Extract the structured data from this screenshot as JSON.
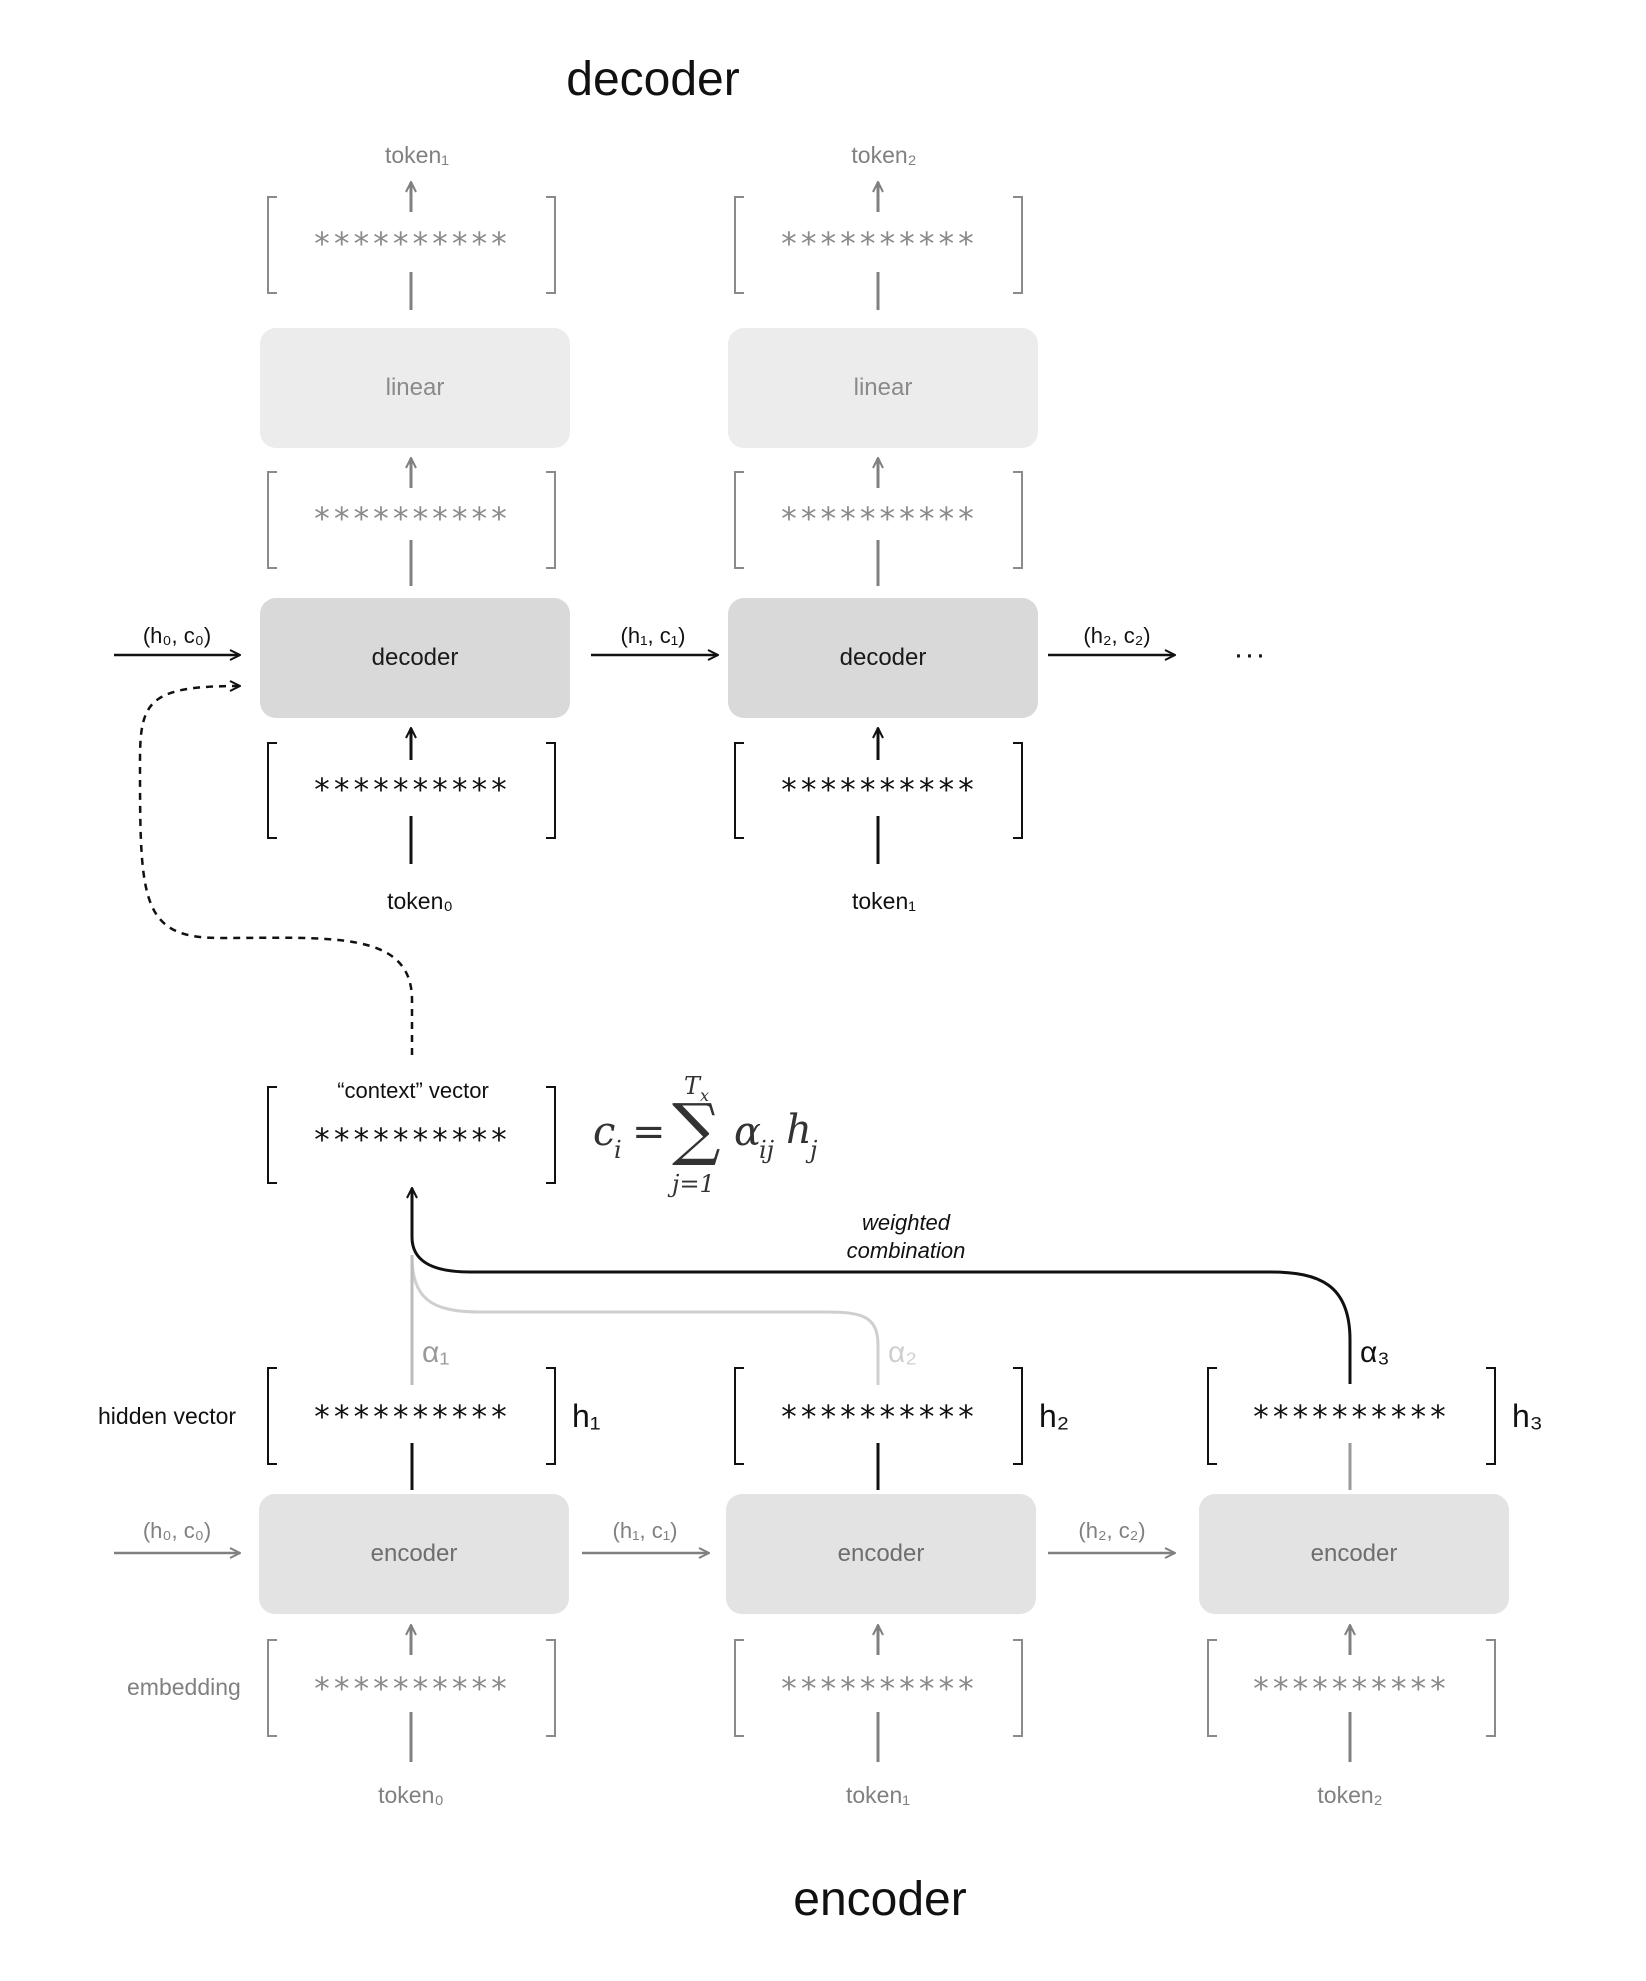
{
  "titles": {
    "decoder": "decoder",
    "encoder": "encoder"
  },
  "vector_placeholder": "**********",
  "decoder": {
    "output_tokens": [
      "token₁",
      "token₂"
    ],
    "linear_label": "linear",
    "block_label": "decoder",
    "input_tokens": [
      "token₀",
      "token₁"
    ],
    "states": [
      "(h₀, c₀)",
      "(h₁, c₁)",
      "(h₂, c₂)"
    ],
    "continuation": "···"
  },
  "context": {
    "label": "“context” vector",
    "formula": {
      "lhs": "c",
      "lhs_sub": "i",
      "eq": "=",
      "sum": "∑",
      "upper": "T",
      "upper_sub": "x",
      "lower": "j=1",
      "term1": "α",
      "term1_sub": "ij",
      "term2": "h",
      "term2_sub": "j"
    }
  },
  "attention": {
    "caption_line1": "weighted",
    "caption_line2": "combination",
    "alphas": [
      "α₁",
      "α₂",
      "α₃"
    ]
  },
  "encoder": {
    "hidden_label": "hidden vector",
    "hidden_names": [
      "h₁",
      "h₂",
      "h₃"
    ],
    "block_label": "encoder",
    "states": [
      "(h₀, c₀)",
      "(h₁, c₁)",
      "(h₂, c₂)"
    ],
    "embedding_label": "embedding",
    "input_tokens": [
      "token₀",
      "token₁",
      "token₂"
    ]
  }
}
